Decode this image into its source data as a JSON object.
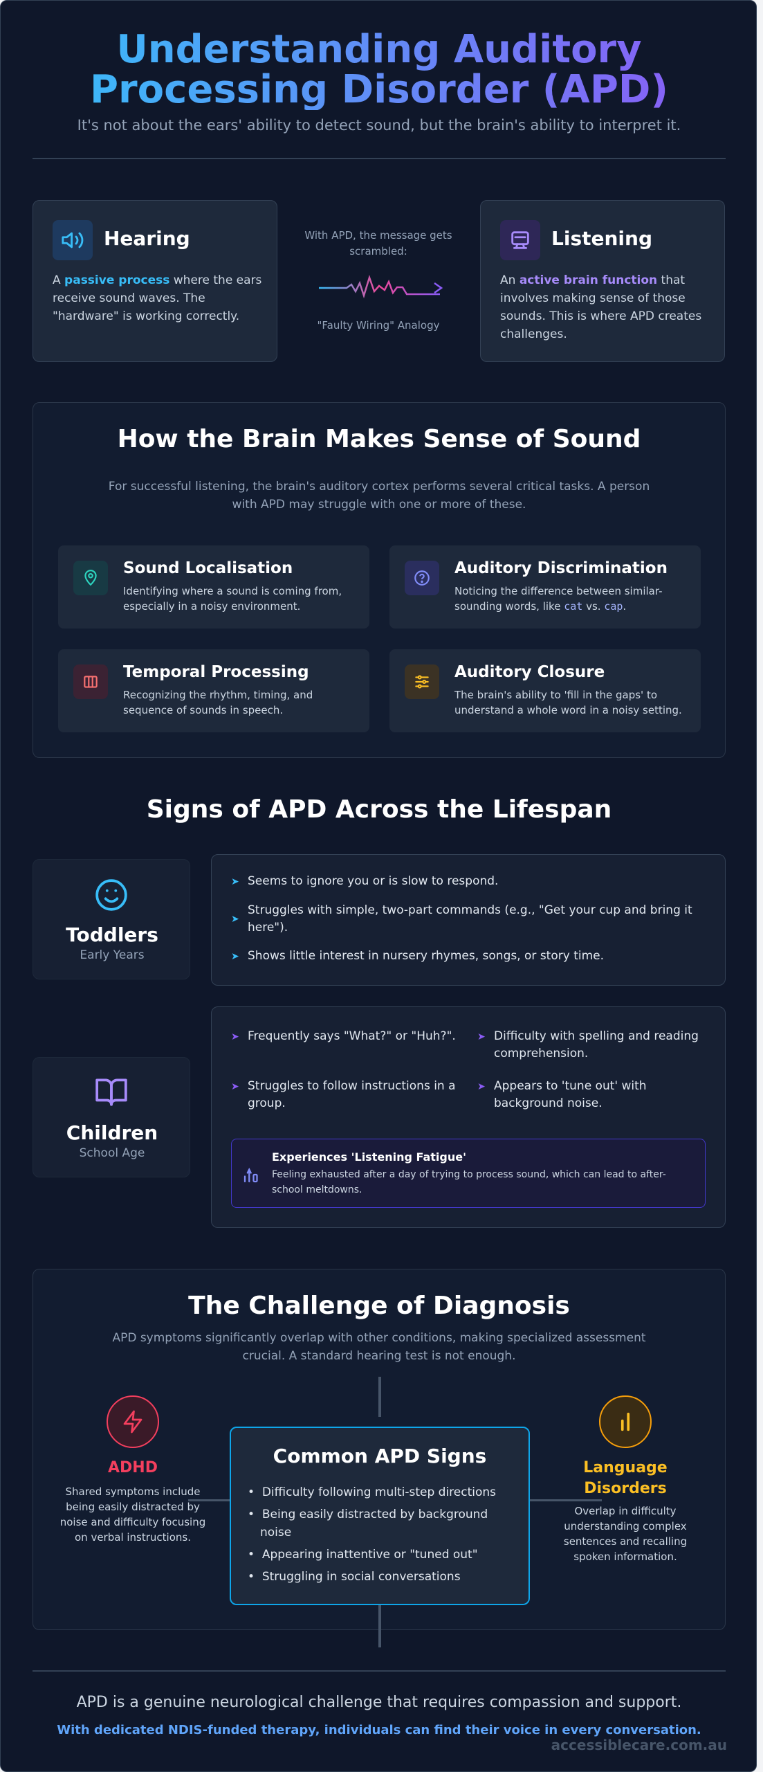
{
  "header": {
    "title_line1": "Understanding Auditory",
    "title_line2": "Processing Disorder (APD)",
    "subtitle": "It's not about the ears' ability to detect sound, but the brain's ability to interpret it."
  },
  "compare": {
    "hearing": {
      "title": "Hearing",
      "pre": "A ",
      "highlight": "passive process",
      "post": " where the ears receive sound waves. The \"hardware\" is working correctly."
    },
    "middle": {
      "top": "With APD, the message gets scrambled:",
      "bottom": "\"Faulty Wiring\" Analogy"
    },
    "listening": {
      "title": "Listening",
      "pre": "An ",
      "highlight": "active brain function",
      "post": " that involves making sense of those sounds. This is where APD creates challenges."
    }
  },
  "brain": {
    "title": "How the Brain Makes Sense of Sound",
    "intro": "For successful listening, the brain's auditory cortex performs several critical tasks. A person with APD may struggle with one or more of these.",
    "tasks": [
      {
        "title": "Sound Localisation",
        "desc": "Identifying where a sound is coming from, especially in a noisy environment."
      },
      {
        "title": "Auditory Discrimination",
        "desc_pre": "Noticing the difference between similar-sounding words, like ",
        "code1": "cat",
        "mid": " vs. ",
        "code2": "cap",
        "end": "."
      },
      {
        "title": "Temporal Processing",
        "desc": "Recognizing the rhythm, timing, and sequence of sounds in speech."
      },
      {
        "title": "Auditory Closure",
        "desc": "The brain's ability to 'fill in the gaps' to understand a whole word in a noisy setting."
      }
    ]
  },
  "signs": {
    "title": "Signs of APD Across the Lifespan",
    "toddlers": {
      "label": "Toddlers",
      "sub": "Early Years",
      "items": [
        "Seems to ignore you or is slow to respond.",
        "Struggles with simple, two-part commands (e.g., \"Get your cup and bring it here\").",
        "Shows little interest in nursery rhymes, songs, or story time."
      ]
    },
    "children": {
      "label": "Children",
      "sub": "School Age",
      "items": [
        "Frequently says \"What?\" or \"Huh?\".",
        "Difficulty with spelling and reading comprehension.",
        "Struggles to follow instructions in a group.",
        "Appears to 'tune out' with background noise."
      ],
      "fatigue_title": "Experiences 'Listening Fatigue'",
      "fatigue_desc": "Feeling exhausted after a day of trying to process sound, which can lead to after-school meltdowns."
    }
  },
  "diagnosis": {
    "title": "The Challenge of Diagnosis",
    "intro": "APD symptoms significantly overlap with other conditions, making specialized assessment crucial. A standard hearing test is not enough.",
    "adhd": {
      "label": "ADHD",
      "desc": "Shared symptoms include being easily distracted by noise and difficulty focusing on verbal instructions."
    },
    "language": {
      "label": "Language Disorders",
      "desc": "Overlap in difficulty understanding complex sentences and recalling spoken information."
    },
    "center_title": "Common APD Signs",
    "center_items": [
      "Difficulty following multi-step directions",
      "Being easily distracted by background noise",
      "Appearing inattentive or \"tuned out\"",
      "Struggling in social conversations"
    ]
  },
  "footer": {
    "line1": "APD is a genuine neurological challenge that requires compassion and support.",
    "line2": "With dedicated NDIS-funded therapy, individuals can find their voice in every conversation.",
    "watermark": "accessiblecare.com.au"
  },
  "colors": {
    "bg": "#0f172a",
    "card": "#1e293b",
    "blue": "#38bdf8",
    "purple": "#8b5cf6",
    "adhd": "#f43f5e",
    "language": "#fbbf24"
  },
  "icons": [
    "speaker-icon",
    "monitor-icon",
    "location-pin-icon",
    "question-circle-icon",
    "columns-icon",
    "sliders-icon",
    "smiley-face-icon",
    "open-book-icon",
    "fatigue-icon",
    "lightning-icon",
    "bar-chart-icon"
  ]
}
